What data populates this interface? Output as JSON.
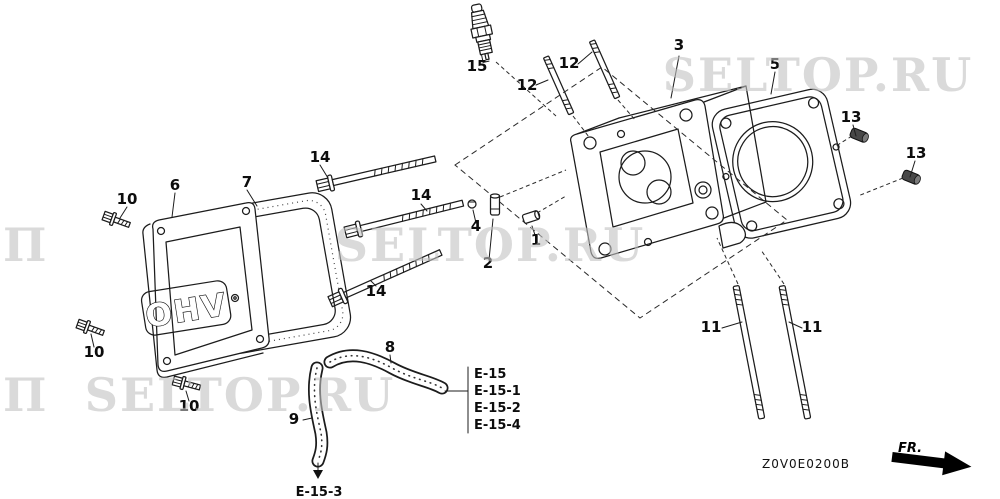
{
  "diagram": {
    "code": "Z0V0E0200B",
    "direction_label": "FR.",
    "cover_logo": "OHV",
    "watermark_text": "SELTOP.RU",
    "watermark_fragment": "П",
    "callouts": [
      {
        "label": "15"
      },
      {
        "label": "12"
      },
      {
        "label": "12"
      },
      {
        "label": "3"
      },
      {
        "label": "5"
      },
      {
        "label": "13"
      },
      {
        "label": "13"
      },
      {
        "label": "6"
      },
      {
        "label": "7"
      },
      {
        "label": "10"
      },
      {
        "label": "10"
      },
      {
        "label": "10"
      },
      {
        "label": "14"
      },
      {
        "label": "14"
      },
      {
        "label": "14"
      },
      {
        "label": "4"
      },
      {
        "label": "2"
      },
      {
        "label": "1"
      },
      {
        "label": "11"
      },
      {
        "label": "11"
      },
      {
        "label": "8"
      },
      {
        "label": "9"
      }
    ],
    "references": [
      {
        "label": "E-15"
      },
      {
        "label": "E-15-1"
      },
      {
        "label": "E-15-2"
      },
      {
        "label": "E-15-4"
      },
      {
        "label": "E-15-3"
      }
    ]
  }
}
